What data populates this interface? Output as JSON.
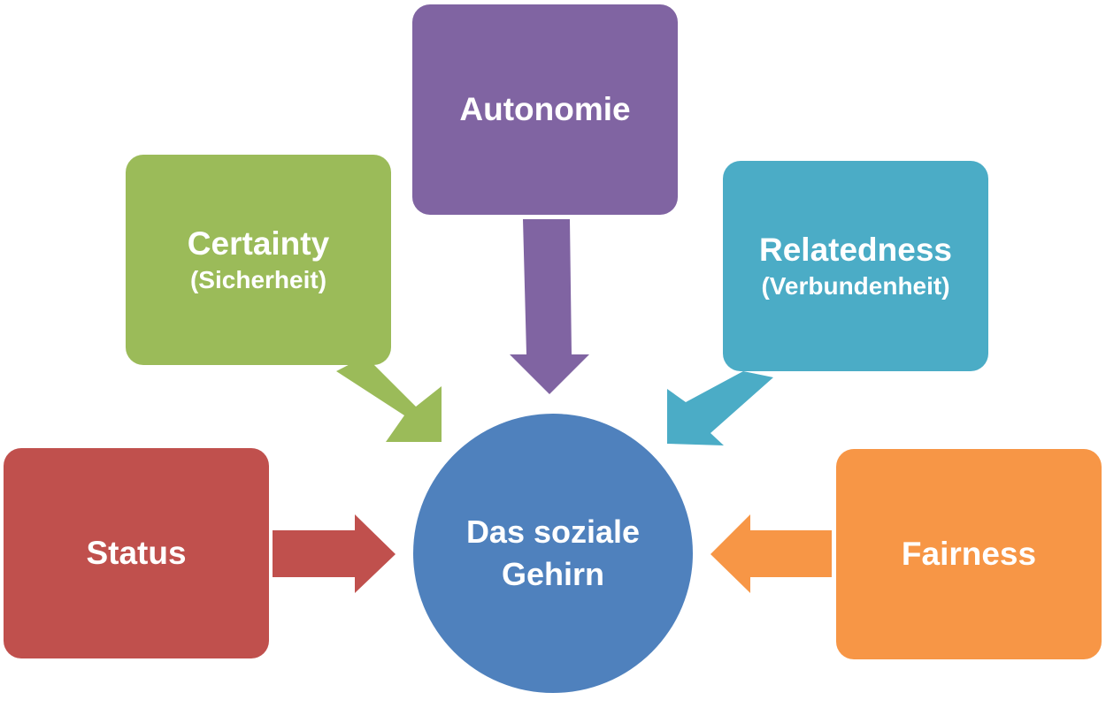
{
  "diagram": {
    "center": {
      "line1": "Das soziale",
      "line2": "Gehirn",
      "color": "#4f81bd"
    },
    "nodes": {
      "autonomie": {
        "label": "Autonomie",
        "color": "#8064a2"
      },
      "certainty": {
        "label": "Certainty",
        "sublabel": "(Sicherheit)",
        "color": "#9bbb59"
      },
      "relatedness": {
        "label": "Relatedness",
        "sublabel": "(Verbundenheit)",
        "color": "#4bacc6"
      },
      "status": {
        "label": "Status",
        "color": "#c0504d"
      },
      "fairness": {
        "label": "Fairness",
        "color": "#f79646"
      }
    }
  }
}
